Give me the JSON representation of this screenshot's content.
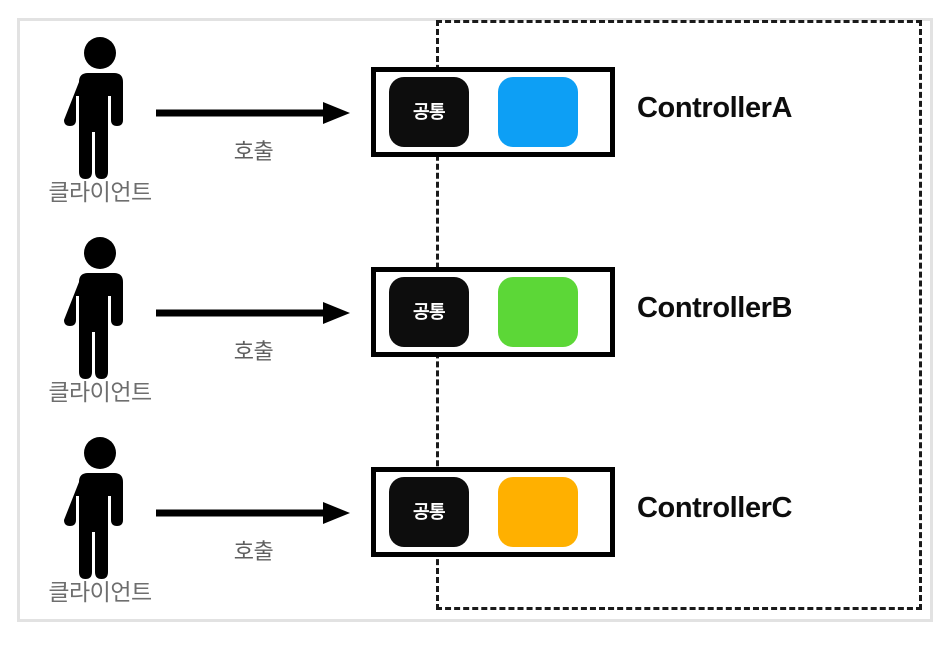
{
  "diagram": {
    "title_visible": false,
    "colors": {
      "page_frame": "#e2e2e2",
      "boundary": "#1a1a1a",
      "box_border": "#000000",
      "common_module": "#0d0d0d",
      "label_gray": "#6e6e6e",
      "arrow": "#000000"
    },
    "boundary": {
      "style": "dashed",
      "name": "server-boundary"
    },
    "common_module_label": "공통",
    "rows": [
      {
        "client_label": "클라이언트",
        "client_icon": "person-icon",
        "arrow_label": "호출",
        "arrow_icon": "arrow-right-icon",
        "controller_name": "ControllerA",
        "module_color": "#0d9ff5"
      },
      {
        "client_label": "클라이언트",
        "client_icon": "person-icon",
        "arrow_label": "호출",
        "arrow_icon": "arrow-right-icon",
        "controller_name": "ControllerB",
        "module_color": "#5cd737"
      },
      {
        "client_label": "클라이언트",
        "client_icon": "person-icon",
        "arrow_label": "호출",
        "arrow_icon": "arrow-right-icon",
        "controller_name": "ControllerC",
        "module_color": "#ffb000"
      }
    ]
  }
}
